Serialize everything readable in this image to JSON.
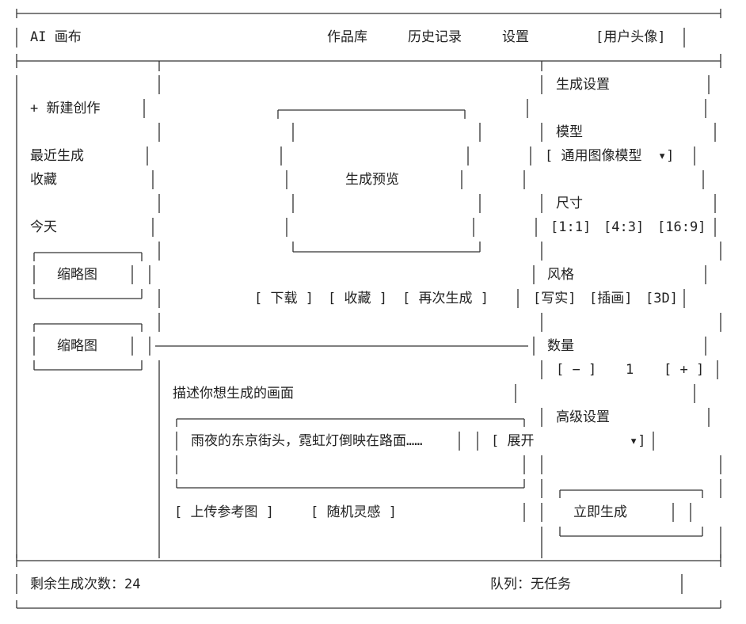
{
  "header": {
    "brand": "AI 画布",
    "nav": [
      "作品库",
      "历史记录",
      "设置"
    ],
    "avatar": "[用户头像]"
  },
  "sidebar": {
    "new_creation": "+ 新建创作",
    "recent": "最近生成",
    "favorites": "收藏",
    "today": "今天",
    "thumbnails": [
      "缩略图",
      "缩略图"
    ]
  },
  "preview": {
    "label": "生成预览",
    "actions": [
      "[ 下载 ]",
      "[ 收藏 ]",
      "[ 再次生成 ]"
    ]
  },
  "prompt": {
    "label": "描述你想生成的画面",
    "value": "雨夜的东京街头，霓虹灯倒映在路面……",
    "upload": "[ 上传参考图 ]",
    "random": "[ 随机灵感 ]"
  },
  "settings": {
    "title": "生成设置",
    "model_label": "模型",
    "model_select": "[ 通用图像模型  ▾]",
    "size_label": "尺寸",
    "sizes": [
      "[1:1]",
      "[4:3]",
      "[16:9]"
    ],
    "style_label": "风格",
    "styles": [
      "[写实]",
      "[插画]",
      "[3D]"
    ],
    "count_label": "数量",
    "minus": "[ − ]",
    "count_value": "1",
    "plus": "[ + ]",
    "advanced_label": "高级设置",
    "advanced_toggle": "[ 展开",
    "advanced_arrow": "▾]",
    "generate": "立即生成"
  },
  "footer": {
    "remaining": "剩余生成次数：24",
    "queue": "队列：无任务"
  }
}
